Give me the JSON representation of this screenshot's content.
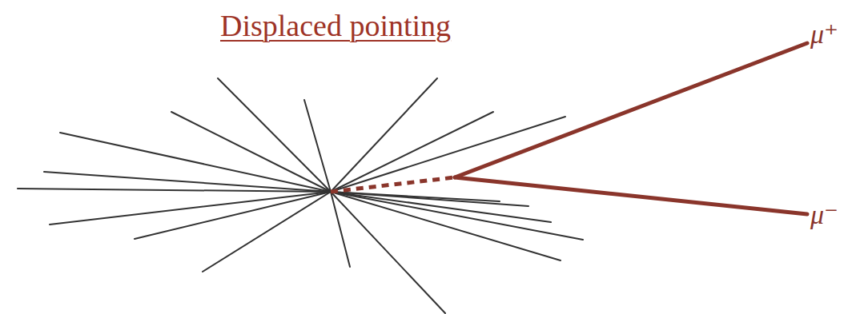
{
  "diagram": {
    "title": "Displaced pointing",
    "labels": [
      "μ⁺",
      "μ⁻"
    ]
  }
}
